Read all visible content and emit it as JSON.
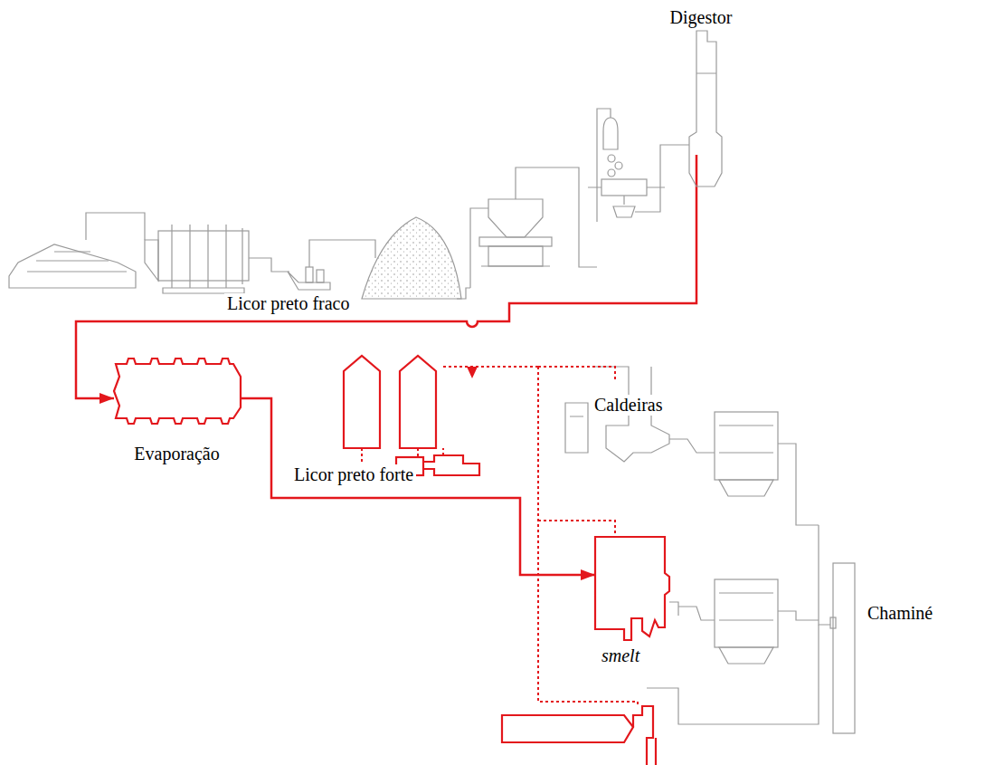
{
  "diagram": {
    "nodes": [
      {
        "text": [
          "Digestor"
        ]
      },
      {
        "text": [
          "Evaporação"
        ]
      },
      {
        "text": [
          "smelt"
        ]
      },
      {
        "text": [
          "Chaminé"
        ]
      }
    ],
    "edges": [
      {
        "from": 0,
        "to": 1,
        "arrow": "to",
        "label": "Licor preto fraco"
      },
      {
        "from": 1,
        "to": 2,
        "arrow": "to",
        "label": "Licor preto forte"
      }
    ],
    "labels": [
      "Caldeiras"
    ]
  }
}
